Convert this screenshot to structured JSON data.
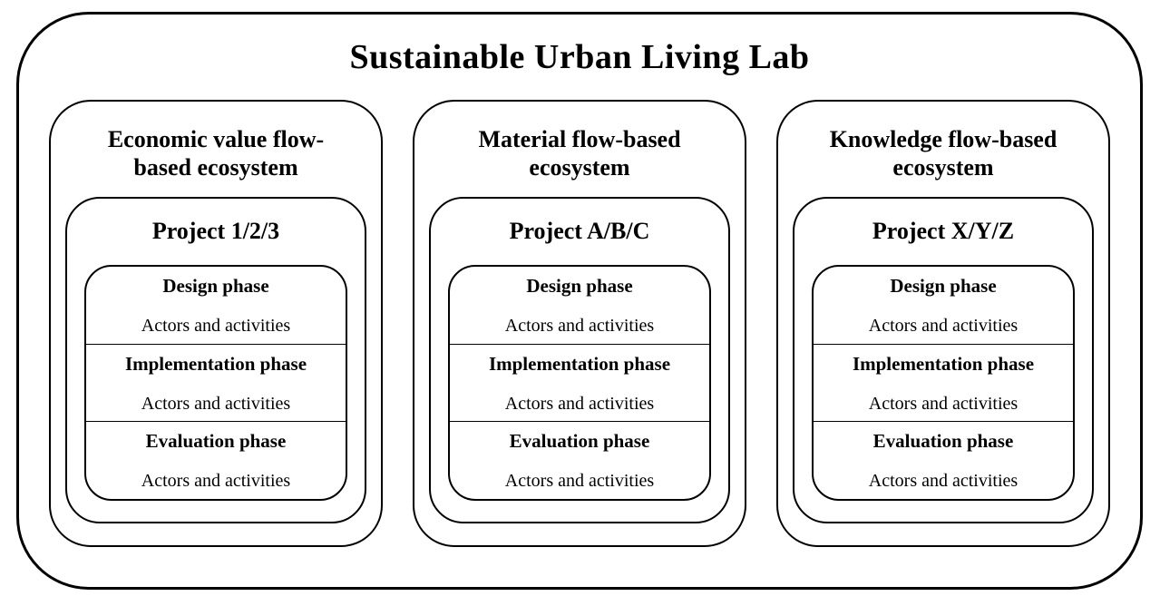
{
  "diagram": {
    "title": "Sustainable Urban Living Lab",
    "colors": {
      "background": "#ffffff",
      "border": "#000000",
      "text": "#000000"
    },
    "ecosystems": [
      {
        "name": "Economic value flow-based ecosystem",
        "name_line1": "Economic value flow-",
        "name_line2": "based ecosystem",
        "project": "Project 1/2/3",
        "phases": [
          {
            "title": "Design phase",
            "content": "Actors and activities"
          },
          {
            "title": "Implementation phase",
            "content": "Actors and activities"
          },
          {
            "title": "Evaluation phase",
            "content": "Actors and activities"
          }
        ]
      },
      {
        "name": "Material flow-based ecosystem",
        "name_line1": "Material flow-based",
        "name_line2": "ecosystem",
        "project": "Project A/B/C",
        "phases": [
          {
            "title": "Design phase",
            "content": "Actors and activities"
          },
          {
            "title": "Implementation phase",
            "content": "Actors and activities"
          },
          {
            "title": "Evaluation phase",
            "content": "Actors and activities"
          }
        ]
      },
      {
        "name": "Knowledge flow-based ecosystem",
        "name_line1": "Knowledge flow-based",
        "name_line2": "ecosystem",
        "project": "Project X/Y/Z",
        "phases": [
          {
            "title": "Design phase",
            "content": "Actors and activities"
          },
          {
            "title": "Implementation phase",
            "content": "Actors and activities"
          },
          {
            "title": "Evaluation phase",
            "content": "Actors and activities"
          }
        ]
      }
    ]
  }
}
